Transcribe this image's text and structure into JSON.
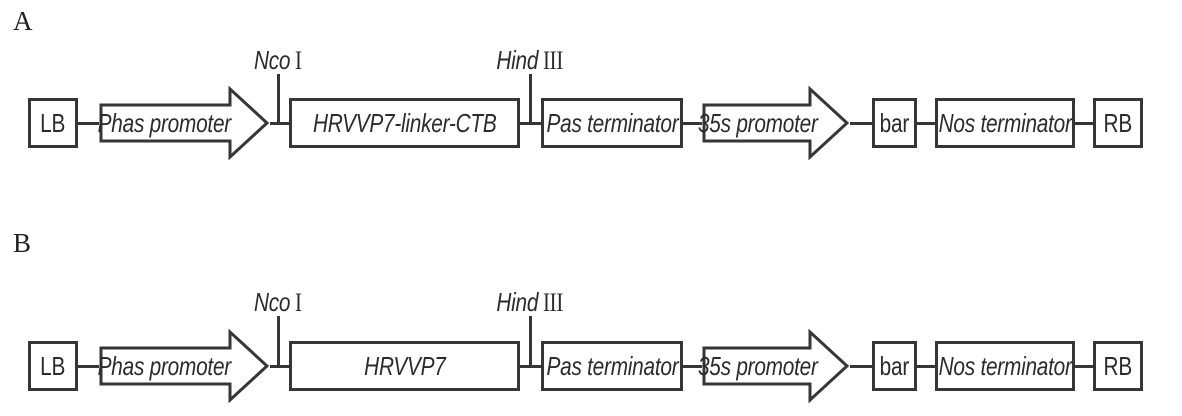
{
  "figure": {
    "description_colors": {
      "ink": "#363636",
      "background": "#ffffff",
      "text": "#2b2b2b"
    },
    "panels": [
      {
        "label": "A",
        "lb": "LB",
        "phas_promoter": "Phas promoter",
        "nco": {
          "name": "Nco",
          "suffix": "I"
        },
        "gene": "HRVVP7-linker-CTB",
        "hind": {
          "name": "Hind",
          "suffix": "III"
        },
        "pas_terminator": "Pas terminator",
        "promoter_35s": "35s promoter",
        "bar_gene": "bar",
        "nos_terminator": "Nos terminator",
        "rb": "RB"
      },
      {
        "label": "B",
        "lb": "LB",
        "phas_promoter": "Phas promoter",
        "nco": {
          "name": "Nco",
          "suffix": "I"
        },
        "gene": "HRVVP7",
        "hind": {
          "name": "Hind",
          "suffix": "III"
        },
        "pas_terminator": "Pas terminator",
        "promoter_35s": "35s promoter",
        "bar_gene": "bar",
        "nos_terminator": "Nos terminator",
        "rb": "RB"
      }
    ]
  }
}
